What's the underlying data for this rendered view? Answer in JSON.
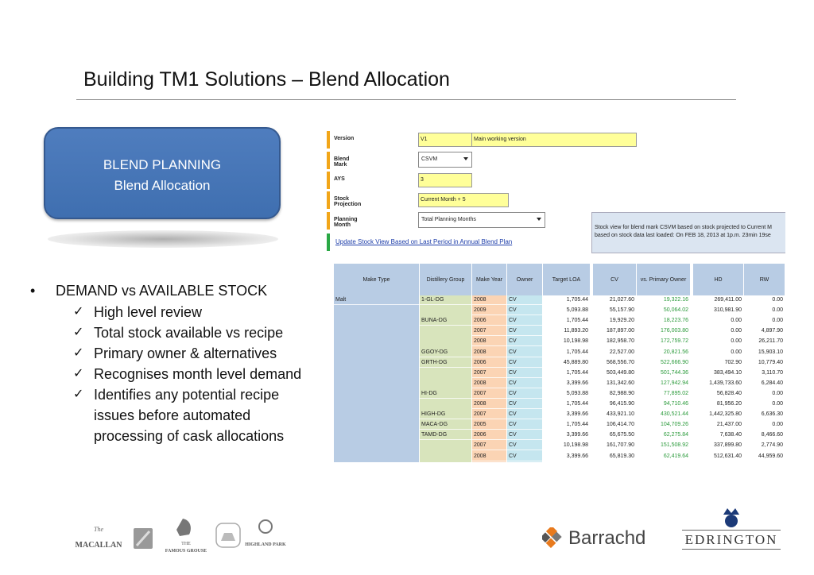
{
  "title": "Building TM1 Solutions – Blend Allocation",
  "blend_box": {
    "line1": "BLEND PLANNING",
    "line2": "Blend Allocation"
  },
  "bullets": {
    "main": "DEMAND vs AVAILABLE STOCK",
    "items": [
      "High level review",
      "Total stock available vs recipe",
      "Primary owner & alternatives",
      "Recognises month level demand",
      "Identifies any potential recipe",
      "issues before automated",
      "processing of cask allocations"
    ]
  },
  "sheet": {
    "version": {
      "label": "Version",
      "value": "V1",
      "desc": "Main working version"
    },
    "blend_mark": {
      "label": "Blend Mark",
      "value": "CSVM"
    },
    "ays": {
      "label": "AYS",
      "value": "3"
    },
    "stock_projection": {
      "label": "Stock Projection",
      "value": "Current Month + 5"
    },
    "planning_month": {
      "label": "Planning Month",
      "value": "Total Planning Months"
    },
    "update_link": "Update Stock View Based on Last Period in Annual Blend Plan",
    "info_line1": "Stock view for blend mark CSVM based on stock projected to Current M",
    "info_line2": "based on stock data last loaded: On FEB 18, 2013 at 1p.m. 23min 19se",
    "headers": {
      "make_type": "Make Type",
      "distillery": "Distillery Group",
      "make_year": "Make Year",
      "owner": "Owner",
      "target": "Target LOA",
      "cv": "CV",
      "vs_primary": "vs. Primary Owner",
      "hd": "HD",
      "rw": "RW"
    },
    "make_type": "Malt",
    "groups": [
      "1-GL-DG",
      "BUNA-DG",
      "GGOY-DG",
      "GRTH-DG",
      "HI-DG",
      "HIGH-DG",
      "MACA-DG",
      "TAMD-DG"
    ],
    "rows": [
      {
        "year": "2008",
        "owner": "CV",
        "target": "1,705.44",
        "cv": "21,027.60",
        "vs": "19,322.16",
        "hd": "269,411.00",
        "rw": "0.00"
      },
      {
        "year": "2009",
        "owner": "CV",
        "target": "5,093.88",
        "cv": "55,157.90",
        "vs": "50,064.02",
        "hd": "310,981.90",
        "rw": "0.00"
      },
      {
        "year": "2006",
        "owner": "CV",
        "target": "1,705.44",
        "cv": "19,929.20",
        "vs": "18,223.76",
        "hd": "0.00",
        "rw": "0.00"
      },
      {
        "year": "2007",
        "owner": "CV",
        "target": "11,893.20",
        "cv": "187,897.00",
        "vs": "176,003.80",
        "hd": "0.00",
        "rw": "4,897.90"
      },
      {
        "year": "2008",
        "owner": "CV",
        "target": "10,198.98",
        "cv": "182,958.70",
        "vs": "172,759.72",
        "hd": "0.00",
        "rw": "26,211.70"
      },
      {
        "year": "2008",
        "owner": "CV",
        "target": "1,705.44",
        "cv": "22,527.00",
        "vs": "20,821.56",
        "hd": "0.00",
        "rw": "15,903.10"
      },
      {
        "year": "2006",
        "owner": "CV",
        "target": "45,889.80",
        "cv": "568,556.70",
        "vs": "522,666.90",
        "hd": "702.90",
        "rw": "10,779.40"
      },
      {
        "year": "2007",
        "owner": "CV",
        "target": "1,705.44",
        "cv": "503,449.80",
        "vs": "501,744.36",
        "hd": "383,494.10",
        "rw": "3,110.70"
      },
      {
        "year": "2008",
        "owner": "CV",
        "target": "3,399.66",
        "cv": "131,342.60",
        "vs": "127,942.94",
        "hd": "1,439,733.60",
        "rw": "6,284.40"
      },
      {
        "year": "2007",
        "owner": "CV",
        "target": "5,093.88",
        "cv": "82,988.90",
        "vs": "77,895.02",
        "hd": "56,828.40",
        "rw": "0.00"
      },
      {
        "year": "2008",
        "owner": "CV",
        "target": "1,705.44",
        "cv": "96,415.90",
        "vs": "94,710.46",
        "hd": "81,956.20",
        "rw": "0.00"
      },
      {
        "year": "2007",
        "owner": "CV",
        "target": "3,399.66",
        "cv": "433,921.10",
        "vs": "430,521.44",
        "hd": "1,442,325.80",
        "rw": "6,636.30"
      },
      {
        "year": "2005",
        "owner": "CV",
        "target": "1,705.44",
        "cv": "106,414.70",
        "vs": "104,709.26",
        "hd": "21,437.00",
        "rw": "0.00"
      },
      {
        "year": "2006",
        "owner": "CV",
        "target": "3,399.66",
        "cv": "65,675.50",
        "vs": "62,275.84",
        "hd": "7,638.40",
        "rw": "8,466.60"
      },
      {
        "year": "2007",
        "owner": "CV",
        "target": "10,198.98",
        "cv": "161,707.90",
        "vs": "151,508.92",
        "hd": "337,899.80",
        "rw": "2,774.90"
      },
      {
        "year": "2008",
        "owner": "CV",
        "target": "3,399.66",
        "cv": "65,819.30",
        "vs": "62,419.64",
        "hd": "512,631.40",
        "rw": "44,959.60"
      }
    ]
  },
  "footer": {
    "macallan": "MACALLAN",
    "famous_grouse": "FAMOUS GROUSE",
    "highland_park": "HIGHLAND PARK",
    "barrachd": "Barrachd",
    "edrington": "EDRINGTON"
  },
  "colors": {
    "accent_blue": "#4a78b8",
    "header_blue": "#b8cce4",
    "yellow_input": "#ffff99",
    "group_green": "#d8e4bc",
    "year_peach": "#fbd4b4",
    "owner_cyan": "#c5e6ef"
  }
}
